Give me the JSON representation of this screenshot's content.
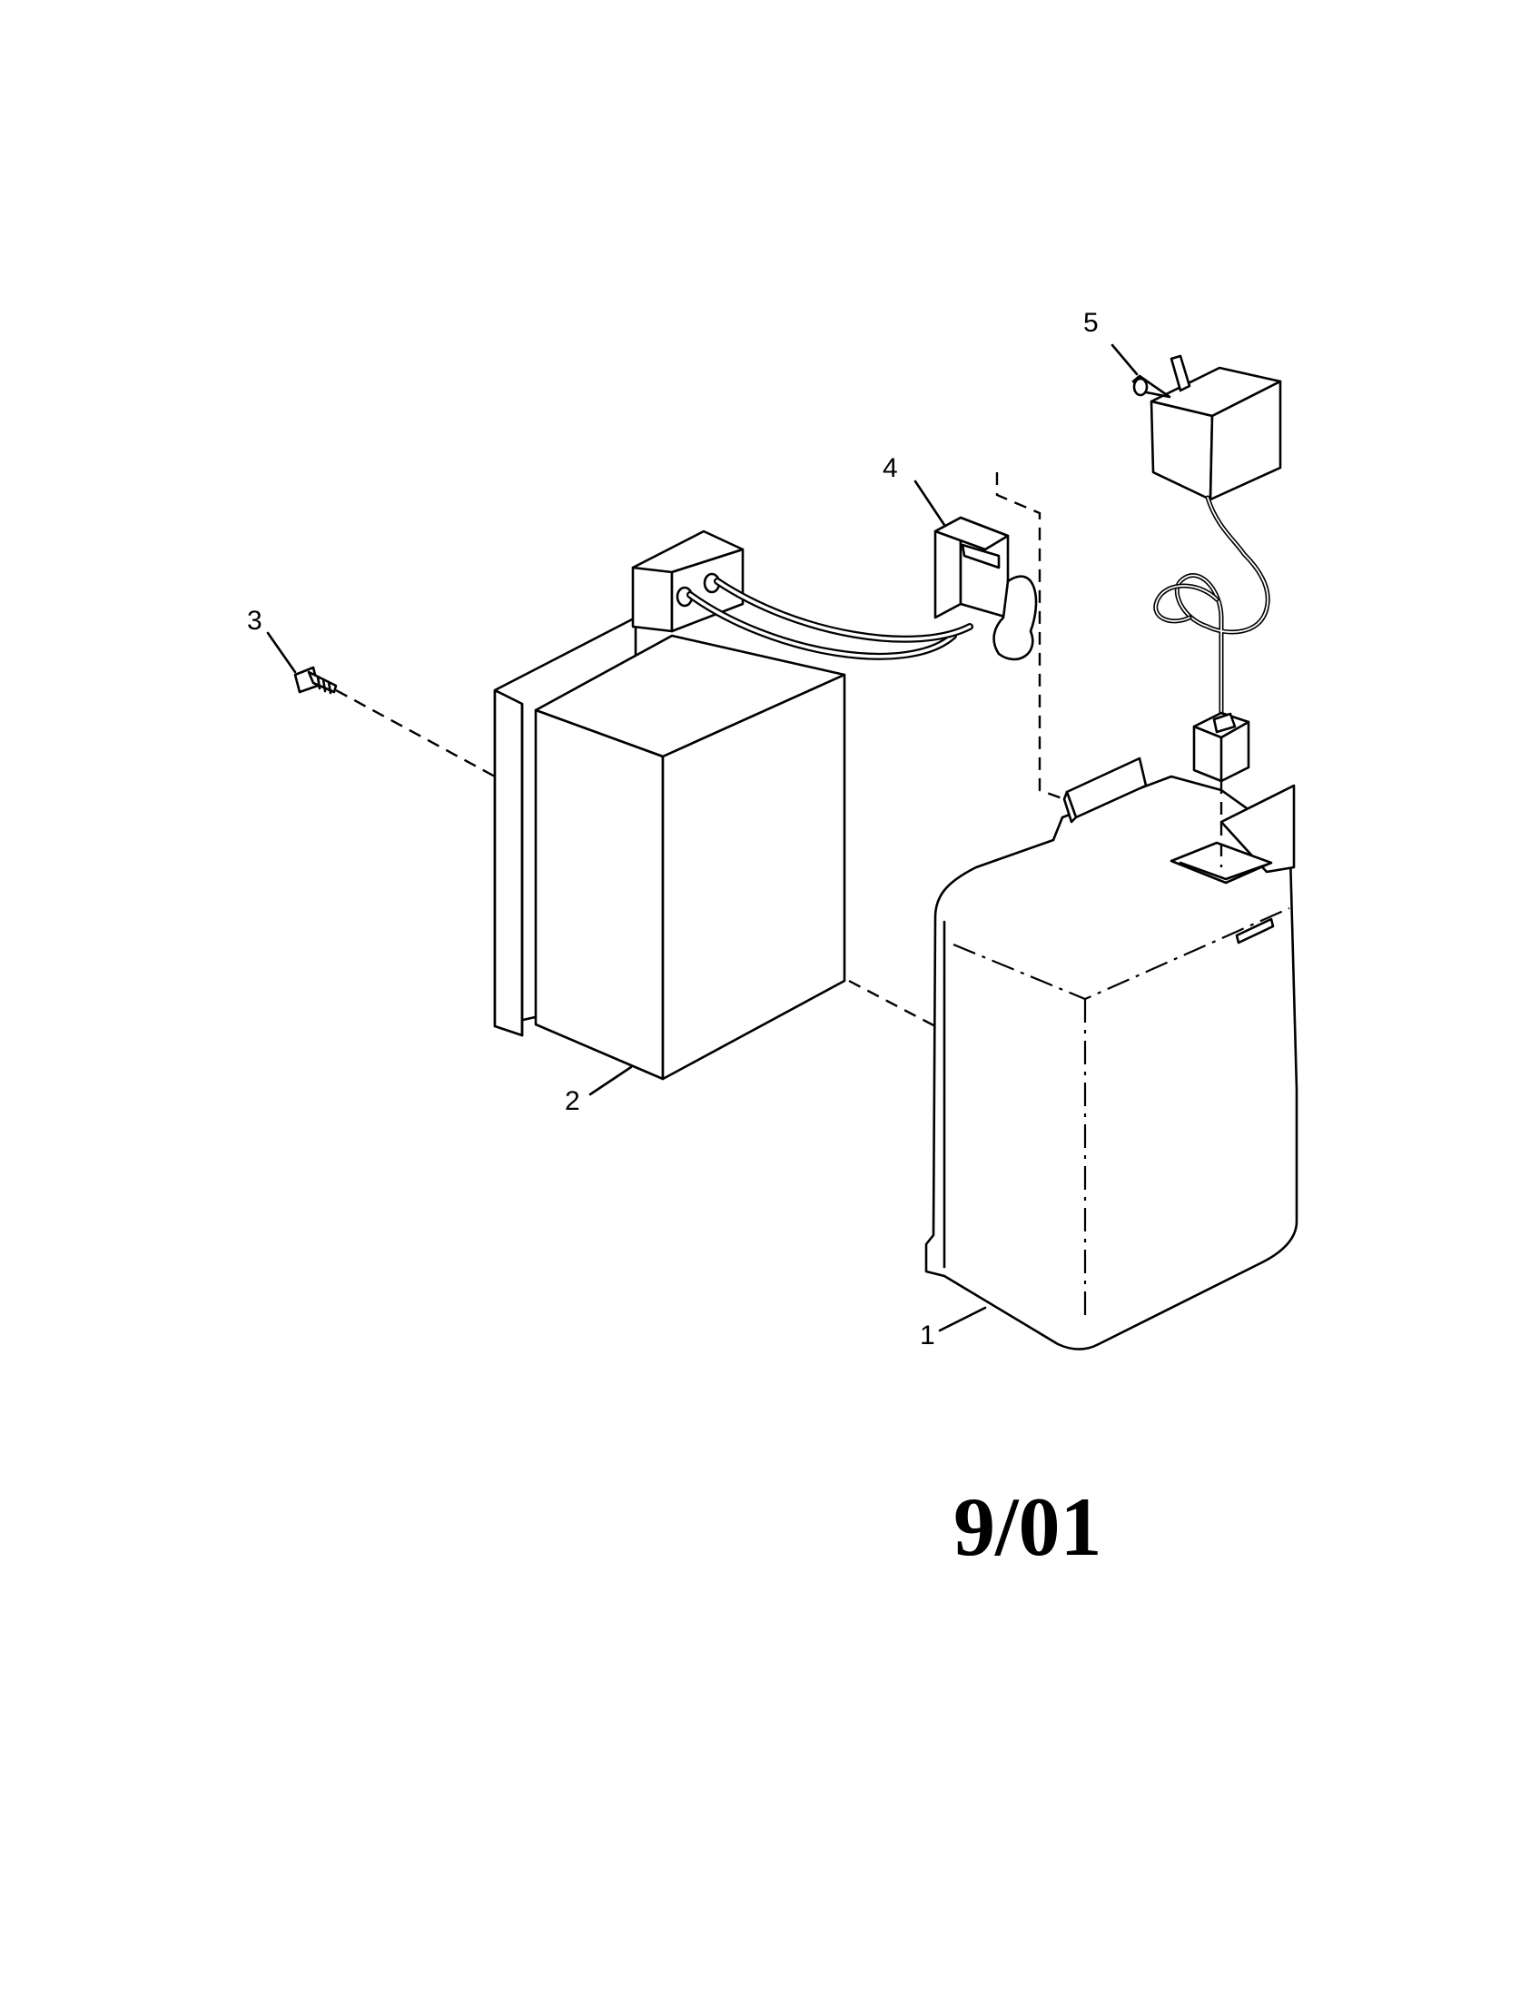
{
  "diagram": {
    "callouts": [
      {
        "id": "1",
        "part": "cover"
      },
      {
        "id": "2",
        "part": "battery"
      },
      {
        "id": "3",
        "part": "screw"
      },
      {
        "id": "4",
        "part": "battery-clip-connector"
      },
      {
        "id": "5",
        "part": "ac-adapter"
      }
    ],
    "date_stamp": "9/01"
  }
}
